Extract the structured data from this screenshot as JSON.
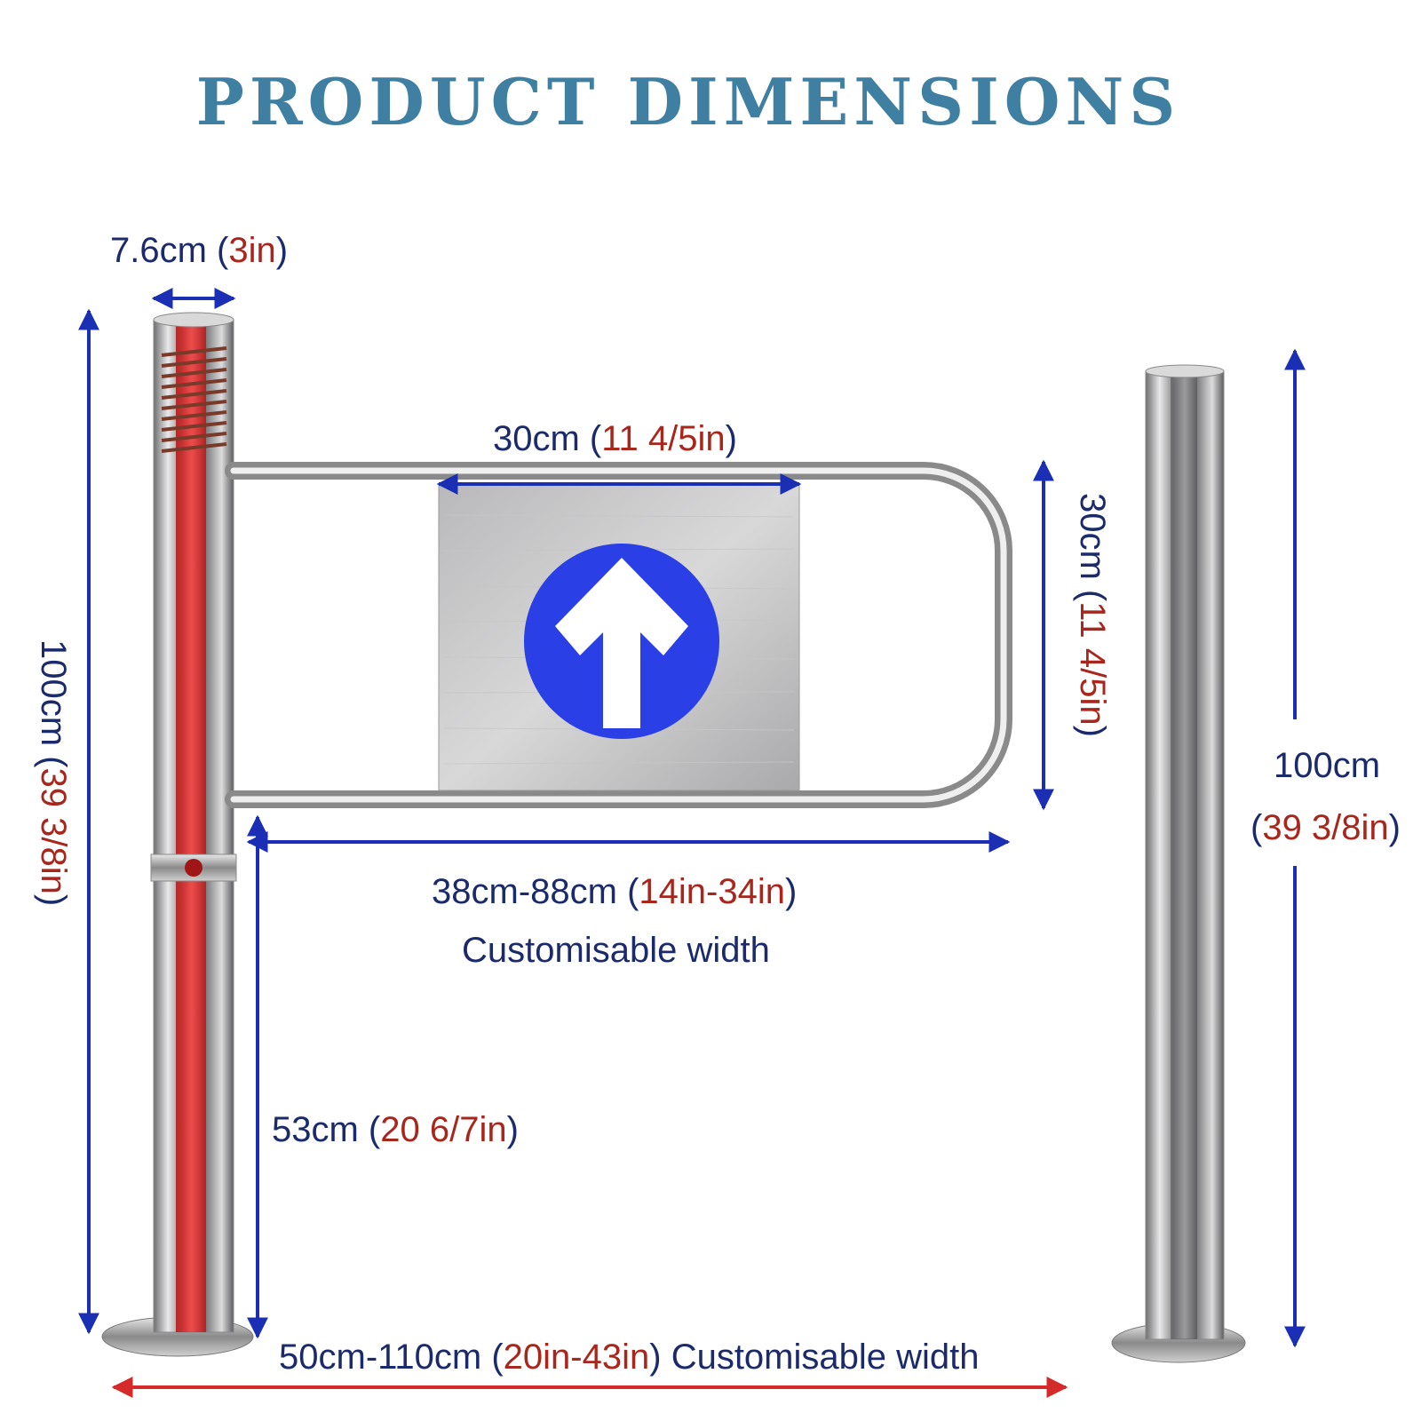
{
  "title": "PRODUCT DIMENSIONS",
  "colors": {
    "title": "#3f7fa1",
    "metric_text": "#1b2a6b",
    "imperial_text": "#a8261c",
    "arrow_blue": "#1b2fb5",
    "arrow_red": "#d42a2a",
    "sign_blue": "#2a3fe6"
  },
  "icons": {
    "sign": "up-arrow-icon"
  },
  "dimensions": {
    "post_diameter": {
      "metric": "7.6cm",
      "imperial": "3in"
    },
    "sign_width": {
      "metric": "30cm",
      "imperial": "11 4/5in"
    },
    "sign_height": {
      "metric": "30cm",
      "imperial": "11 4/5in"
    },
    "left_post_height": {
      "metric": "100cm",
      "imperial": "39 3/8in"
    },
    "right_post_height": {
      "metric": "100cm",
      "imperial": "39 3/8in"
    },
    "gate_arm_width": {
      "metric": "38cm-88cm",
      "imperial": "14in-34in",
      "note": "Customisable width"
    },
    "arm_height": {
      "metric": "53cm",
      "imperial": "20 6/7in"
    },
    "total_width": {
      "metric": "50cm-110cm",
      "imperial": "20in-43in",
      "note": "Customisable width"
    }
  }
}
